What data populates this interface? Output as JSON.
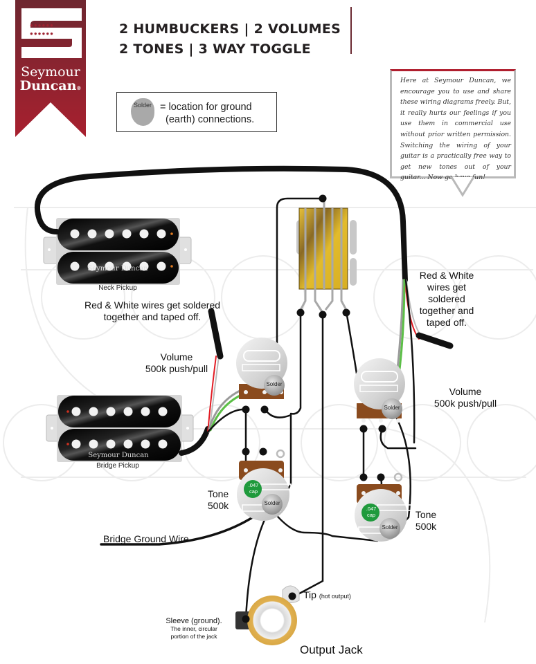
{
  "brand": {
    "name_line1": "Seymour",
    "name_line2": "Duncan",
    "registered": "®",
    "banner_color": "#9e2230"
  },
  "header": {
    "title_line1": "2 HUMBUCKERS | 2 VOLUMES",
    "title_line2": "2 TONES | 3 WAY TOGGLE"
  },
  "legend": {
    "solder_symbol_label": "Solder",
    "description_line1": "= location for ground",
    "description_line2": "(earth) connections."
  },
  "note": {
    "text": "Here at Seymour Duncan, we encourage you to use and share these wiring diagrams freely. But, it really hurts our feelings if you use them in commercial use without prior written permission. Switching the wiring of your guitar is a practically free way to get new tones out of your guitar... Now go have fun!"
  },
  "pickups": {
    "neck": {
      "label": "Neck Pickup",
      "brand_text": "Seymour Duncan"
    },
    "bridge": {
      "label": "Bridge Pickup",
      "brand_text": "Seymour Duncan"
    }
  },
  "labels": {
    "left_taped_line1": "Red & White wires get soldered",
    "left_taped_line2": "together and taped off.",
    "right_taped_lines": [
      "Red & White",
      "wires get",
      "soldered",
      "together and",
      "taped off."
    ],
    "left_volume_line1": "Volume",
    "left_volume_line2": "500k push/pull",
    "right_volume_line1": "Volume",
    "right_volume_line2": "500k push/pull",
    "left_tone_line1": "Tone",
    "left_tone_line2": "500k",
    "right_tone_line1": "Tone",
    "right_tone_line2": "500k",
    "bridge_ground": "Bridge Ground Wire",
    "tip": "Tip",
    "tip_note": "(hot output)",
    "sleeve_line1": "Sleeve (ground).",
    "sleeve_line2": "The inner, circular",
    "sleeve_line3": "portion of the jack",
    "output_jack": "Output Jack"
  },
  "components": {
    "solder_label": "Solder",
    "cap_value": ".047",
    "cap_label": "cap"
  },
  "colors": {
    "wire_black": "#111111",
    "wire_red": "#e21b23",
    "wire_green": "#5cbf47",
    "wire_gray": "#9a9a9a",
    "switch_gold": "#e2bb2c",
    "pot_lug_brown": "#8a4b1e",
    "cap_green": "#1f9a3c",
    "jack_ring": "#e0b050"
  }
}
